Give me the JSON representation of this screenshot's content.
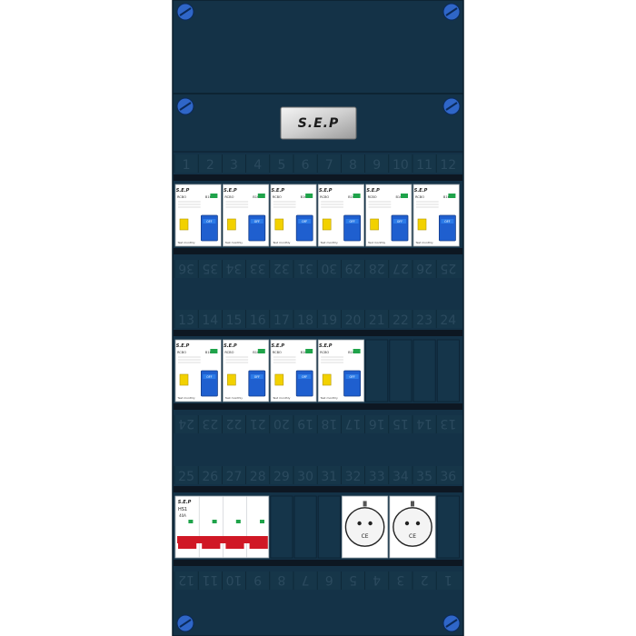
{
  "colors": {
    "panel": "#143247",
    "panel_edge": "#0b1f2d",
    "rail": "#0d1722",
    "label_text": "#2b4a5e",
    "screw": "#2f66c8",
    "module_body": "#ffffff",
    "toggle_yellow": "#f2d100",
    "toggle_blue": "#1f5fcf",
    "main_switch_red": "#d01825",
    "indicator_green": "#1fa34a"
  },
  "brand_plate": {
    "logo_text": "S.E.P"
  },
  "rows": [
    {
      "top_numbers": [
        "1",
        "2",
        "3",
        "4",
        "5",
        "6",
        "7",
        "8",
        "9",
        "10",
        "11",
        "12"
      ],
      "bottom_numbers": [
        "36",
        "35",
        "34",
        "33",
        "32",
        "31",
        "30",
        "29",
        "28",
        "27",
        "26",
        "25"
      ],
      "devices": [
        {
          "brand": "S.E.P",
          "code": "RCBO",
          "rating": "B16",
          "test": "Test monthly",
          "off": "OFF"
        },
        {
          "brand": "S.E.P",
          "code": "RCBO",
          "rating": "B16",
          "test": "Test monthly",
          "off": "OFF"
        },
        {
          "brand": "S.E.P",
          "code": "RCBO",
          "rating": "B16",
          "test": "Test monthly",
          "off": "OFF"
        },
        {
          "brand": "S.E.P",
          "code": "RCBO",
          "rating": "B16",
          "test": "Test monthly",
          "off": "OFF"
        },
        {
          "brand": "S.E.P",
          "code": "RCBO",
          "rating": "B16",
          "test": "Test monthly",
          "off": "OFF"
        },
        {
          "brand": "S.E.P",
          "code": "RCBO",
          "rating": "B16",
          "test": "Test monthly",
          "off": "OFF"
        }
      ]
    },
    {
      "top_numbers": [
        "13",
        "14",
        "15",
        "16",
        "17",
        "18",
        "19",
        "20",
        "21",
        "22",
        "23",
        "24"
      ],
      "bottom_numbers": [
        "24",
        "23",
        "22",
        "21",
        "20",
        "19",
        "18",
        "17",
        "16",
        "15",
        "14",
        "13"
      ],
      "devices": [
        {
          "brand": "S.E.P",
          "code": "RCBO",
          "rating": "B16",
          "test": "Test monthly",
          "off": "OFF"
        },
        {
          "brand": "S.E.P",
          "code": "RCBO",
          "rating": "B16",
          "test": "Test monthly",
          "off": "OFF"
        },
        {
          "brand": "S.E.P",
          "code": "RCBO",
          "rating": "B16",
          "test": "Test monthly",
          "off": "OFF"
        },
        {
          "brand": "S.E.P",
          "code": "RCBO",
          "rating": "B16",
          "test": "Test monthly",
          "off": "OFF"
        }
      ]
    },
    {
      "top_numbers": [
        "25",
        "26",
        "27",
        "28",
        "29",
        "30",
        "31",
        "32",
        "33",
        "34",
        "35",
        "36"
      ],
      "bottom_numbers": [
        "12",
        "11",
        "10",
        "9",
        "8",
        "7",
        "6",
        "5",
        "4",
        "3",
        "2",
        "1"
      ],
      "main_switch": {
        "brand": "S.E.P",
        "label": "HS1",
        "rating": "40A"
      },
      "sockets": [
        {
          "mark": "CE"
        },
        {
          "mark": "CE"
        }
      ]
    }
  ]
}
